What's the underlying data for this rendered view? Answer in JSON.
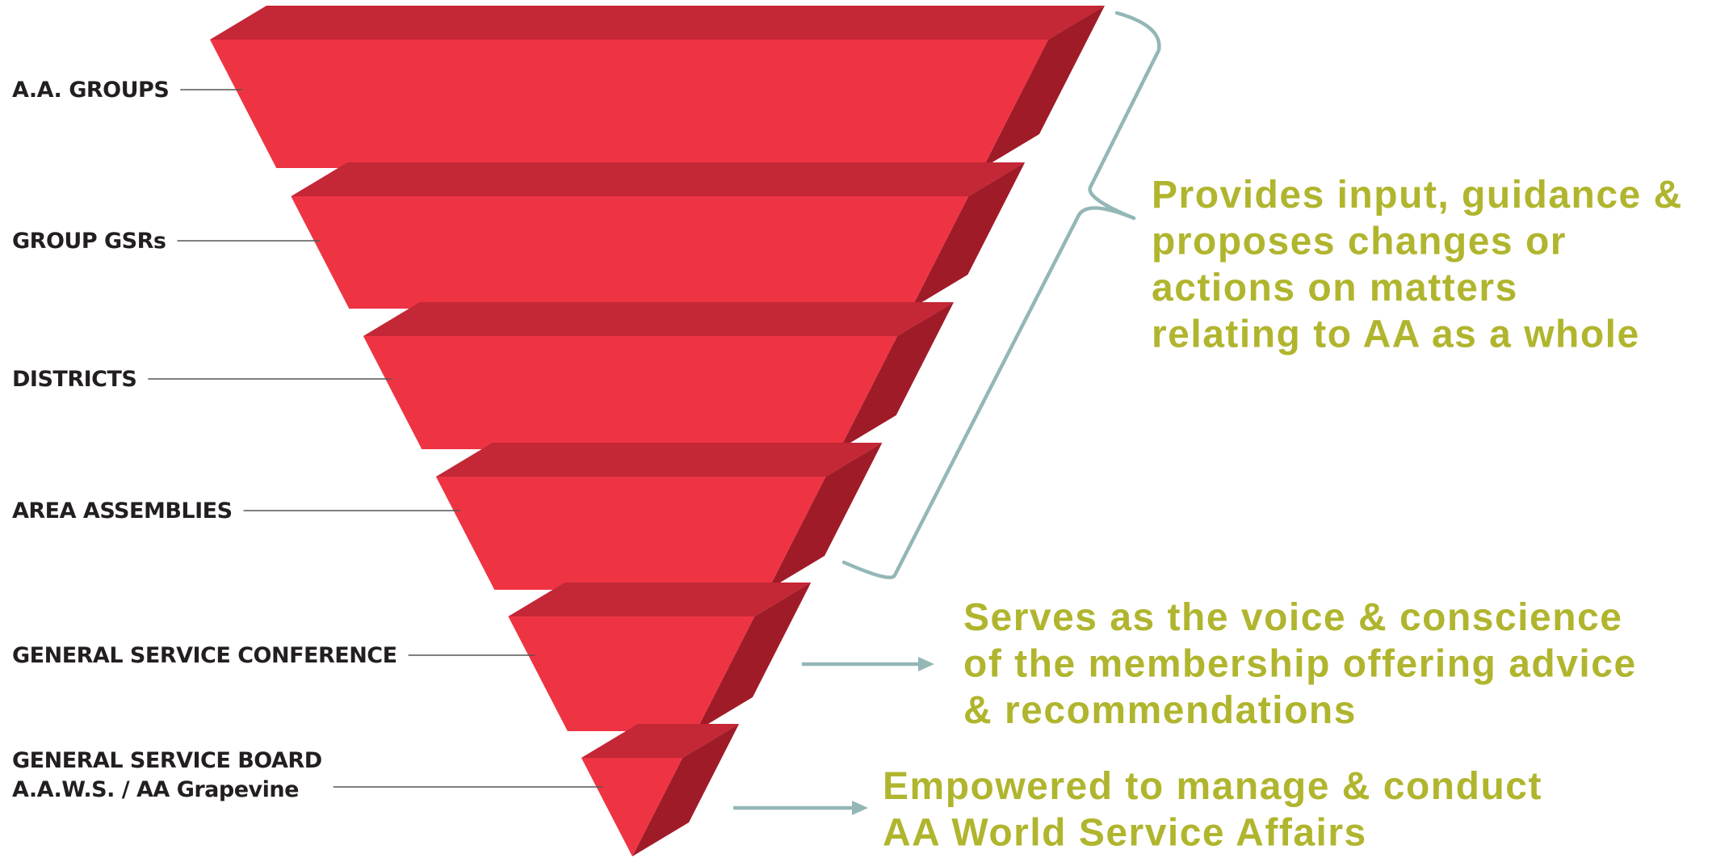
{
  "colors": {
    "tier_front": "#ee3443",
    "tier_top": "#c42735",
    "tier_side": "#a01b28",
    "leader_line": "#555555",
    "bracket_arrow": "#93b7b6",
    "description_text": "#b0b52e",
    "label_text": "#231f20"
  },
  "tiers": [
    {
      "label_lines": [
        "A.A. GROUPS"
      ]
    },
    {
      "label_lines": [
        "GROUP GSRs"
      ]
    },
    {
      "label_lines": [
        "DISTRICTS"
      ]
    },
    {
      "label_lines": [
        "AREA ASSEMBLIES"
      ]
    },
    {
      "label_lines": [
        "GENERAL SERVICE CONFERENCE"
      ]
    },
    {
      "label_lines": [
        "GENERAL SERVICE BOARD",
        "A.A.W.S. / AA Grapevine"
      ]
    }
  ],
  "descriptions": [
    {
      "id": "input-guidance",
      "connector": "bracket",
      "lines": [
        "Provides input, guidance &",
        "proposes changes or",
        "actions on matters",
        "relating to AA as a whole"
      ]
    },
    {
      "id": "voice-conscience",
      "connector": "arrow",
      "lines": [
        "Serves as the voice & conscience",
        "of the membership offering advice",
        "& recommendations"
      ]
    },
    {
      "id": "manage-conduct",
      "connector": "arrow",
      "lines": [
        "Empowered to manage & conduct",
        "AA World Service Affairs"
      ]
    }
  ]
}
